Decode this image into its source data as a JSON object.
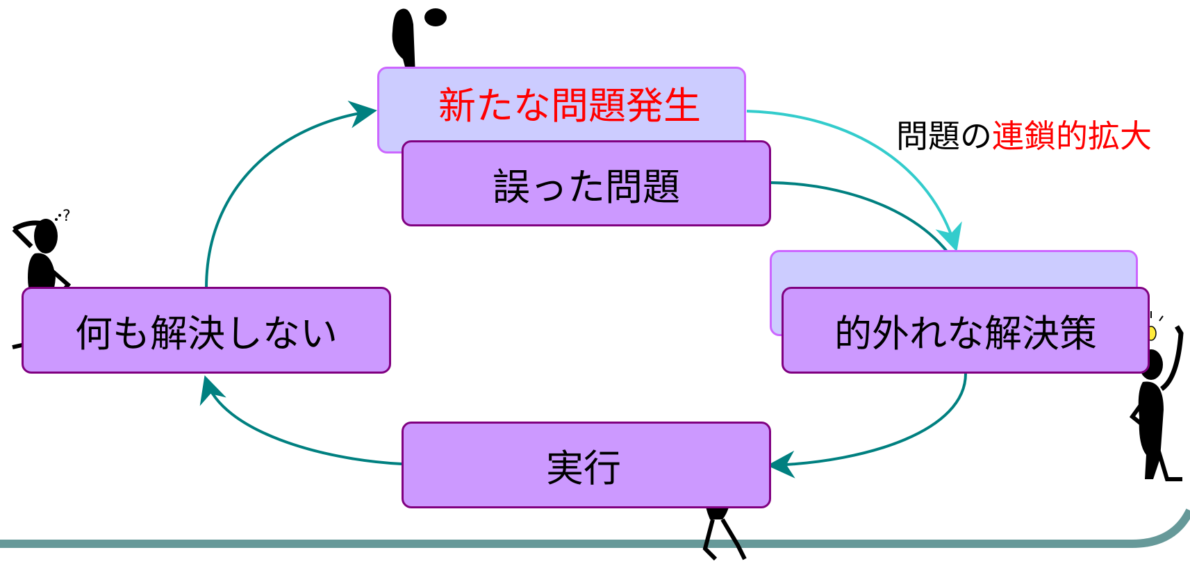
{
  "boxes": {
    "new_problem": "新たな問題発生",
    "wrong_problem": "誤った問題",
    "wrong_solution": "的外れな解決策",
    "execute": "実行",
    "nothing_solved": "何も解決しない"
  },
  "annotation": {
    "prefix": "問題の",
    "highlight": "連鎖的拡大"
  },
  "colors": {
    "box_fill": "#cc99ff",
    "box_border": "#800080",
    "back_box_fill": "#ccccff",
    "back_box_border": "#cc66ff",
    "arrow_teal": "#008080",
    "arrow_cyan": "#33cccc",
    "highlight_text": "#ff0000",
    "floor_line": "#669999"
  }
}
